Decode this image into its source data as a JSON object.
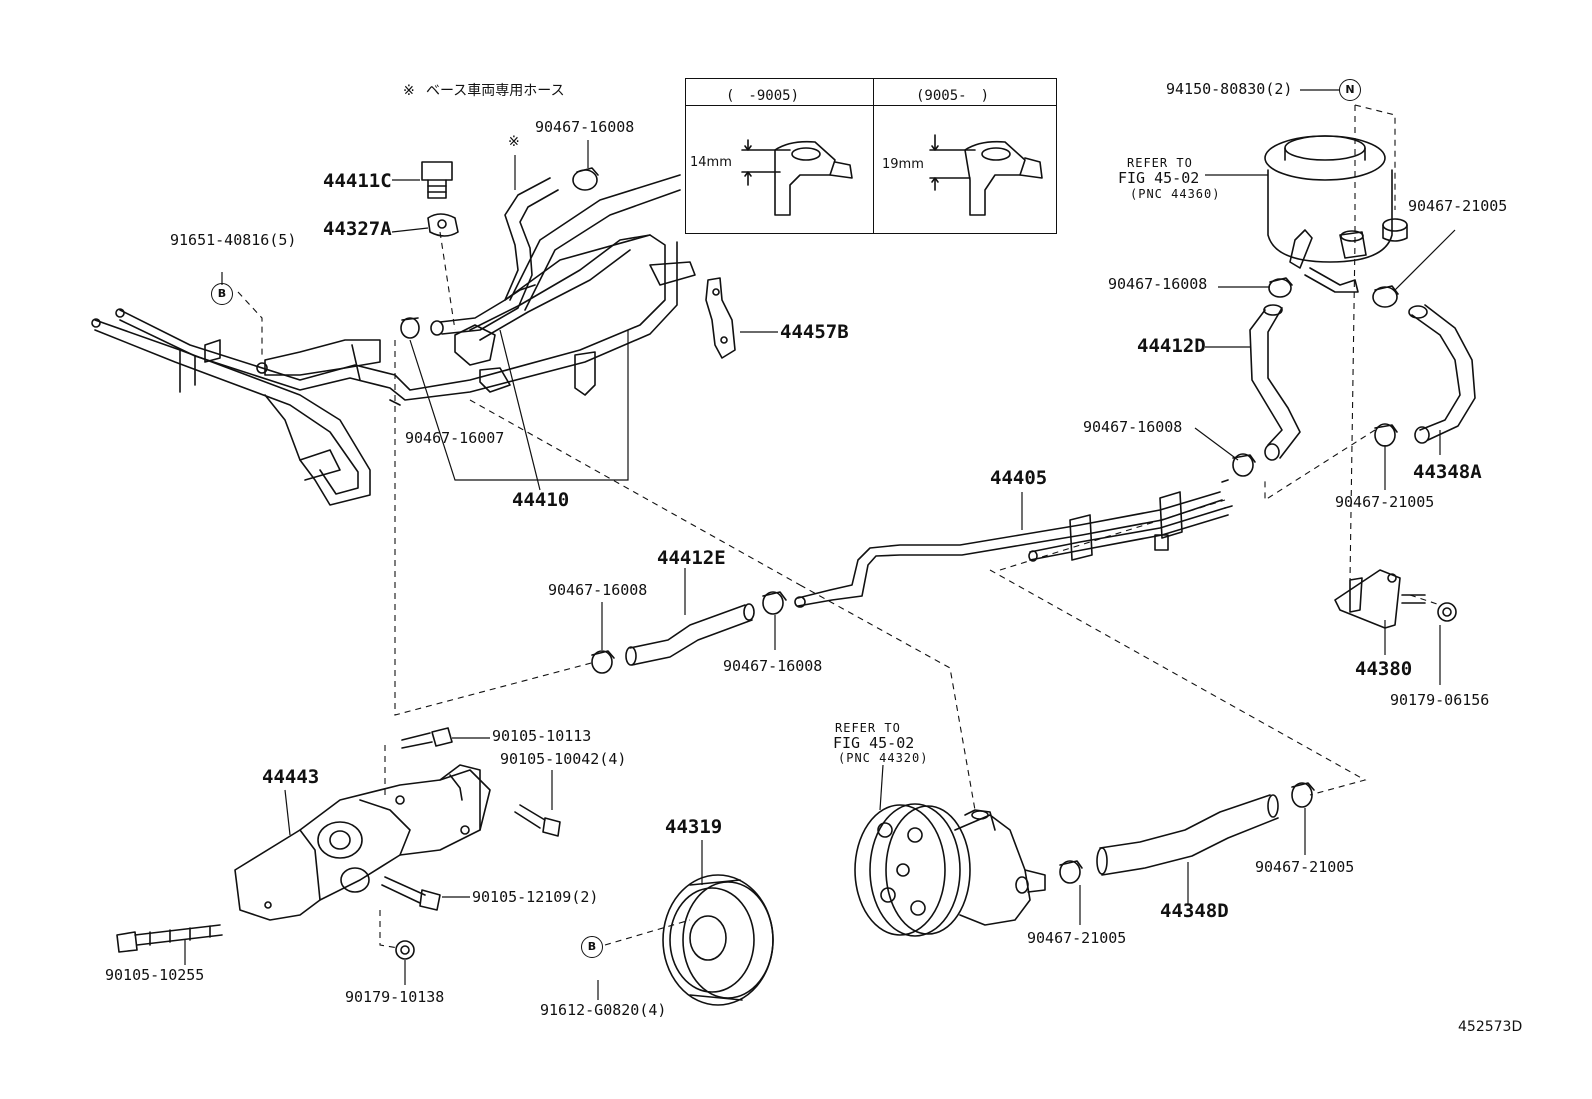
{
  "note": {
    "symbol": "※",
    "text": "ベース車両専用ホース"
  },
  "inset": {
    "left_header": "(　-9005)",
    "right_header": "(9005-　)",
    "left_dim": "14mm",
    "right_dim": "19mm"
  },
  "refer_reservoir": {
    "line1": "REFER TO",
    "line2": "FIG 45-02",
    "line3": "(PNC 44360)"
  },
  "refer_pump": {
    "line1": "REFER TO",
    "line2": "FIG 45-02",
    "line3": "(PNC 44320)"
  },
  "markers": {
    "B": "B",
    "N": "N"
  },
  "labels": {
    "p44411C": "44411C",
    "p44327A": "44327A",
    "p91651": "91651-40816(5)",
    "p90467_16008_top": "90467-16008",
    "asterisk": "※",
    "p44457B": "44457B",
    "p90467_16007": "90467-16007",
    "p44410": "44410",
    "p94150": "94150-80830(2)",
    "p90467_21005_a": "90467-21005",
    "p90467_16008_res": "90467-16008",
    "p44412D": "44412D",
    "p90467_16008_mid": "90467-16008",
    "p44348A": "44348A",
    "p90467_21005_b": "90467-21005",
    "p44405": "44405",
    "p44412E": "44412E",
    "p90467_16008_left": "90467-16008",
    "p90467_16008_low": "90467-16008",
    "p44380": "44380",
    "p90179_06156": "90179-06156",
    "p90105_10113": "90105-10113",
    "p90105_10042": "90105-10042(4)",
    "p44443": "44443",
    "p90105_12109": "90105-12109(2)",
    "p90105_10255": "90105-10255",
    "p90179_10138": "90179-10138",
    "p44319": "44319",
    "p91612": "91612-G0820(4)",
    "p90467_21005_c": "90467-21005",
    "p44348D": "44348D",
    "p90467_21005_d": "90467-21005",
    "figure_id": "452573D"
  }
}
